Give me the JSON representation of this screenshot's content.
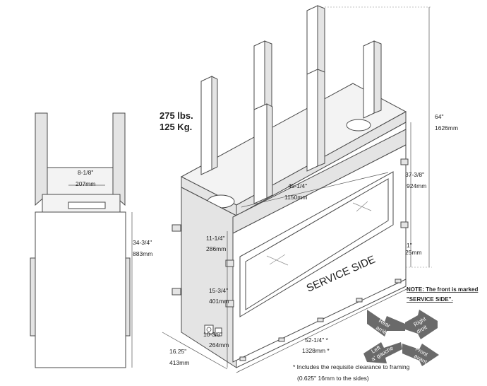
{
  "weight": {
    "lbs": "275 lbs.",
    "kg": "125 Kg."
  },
  "side_view": {
    "width_in": "8-1/8\"",
    "width_mm": "207mm",
    "height_in": "34-3/4\"",
    "height_mm": "883mm",
    "depth_in": "16.25\"",
    "depth_mm": "413mm"
  },
  "main_view": {
    "top_width_in": "45-1/4\"",
    "top_width_mm": "1150mm",
    "upper_h_in": "11-1/4\"",
    "upper_h_mm": "286mm",
    "mid_h_in": "15-3/4\"",
    "mid_h_mm": "401mm",
    "low_h_in": "10-3/8\"",
    "low_h_mm": "264mm",
    "total_w_in": "52-1/4\" *",
    "total_w_mm": "1328mm *",
    "total_h_in": "64\"",
    "total_h_mm": "1626mm",
    "right_h_in": "37-3/8\"",
    "right_h_mm": "924mm",
    "base_in": "1\"",
    "base_mm": "25mm",
    "service_side": "SERVICE SIDE"
  },
  "notes": {
    "front_marked_1": "NOTE: The front is marked",
    "front_marked_2": "\"SERVICE SIDE\".",
    "clearance_1": "* Includes the requisite clearance to framing",
    "clearance_2": "(0.625\" 16mm to the sides)"
  },
  "directions": {
    "rear": [
      "Rear",
      "arriè're"
    ],
    "right": [
      "Right",
      "droit"
    ],
    "left": [
      "Left",
      "a' gauche"
    ],
    "front": [
      "Front",
      "avant"
    ]
  }
}
